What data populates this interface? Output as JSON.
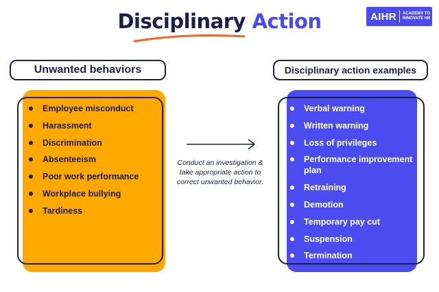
{
  "title": {
    "word1": "Disciplinary",
    "word2": "Action"
  },
  "logo": {
    "mark": "AIHR",
    "tagline_line1": "ACADEMY TO",
    "tagline_line2": "INNOVATE HR"
  },
  "left": {
    "header": "Unwanted behaviors",
    "items": [
      "Employee misconduct",
      "Harassment",
      "Discrimination",
      "Absenteeism",
      "Poor work performance",
      "Workplace bullying",
      "Tardiness"
    ]
  },
  "right": {
    "header": "Disciplinary action examples",
    "items": [
      "Verbal warning",
      "Written warning",
      "Loss of privileges",
      "Performance improvement plan",
      "Retraining",
      "Demotion",
      "Temporary pay cut",
      "Suspension",
      "Termination"
    ]
  },
  "connector": {
    "line1": "Conduct an investigation &",
    "line2": "take appropriate action to",
    "line3": "correct unwanted behavior."
  },
  "colors": {
    "navy": "#1b1d4a",
    "blue": "#4a4cf0",
    "orange": "#ffa800",
    "accent_underline": "#f26522"
  }
}
